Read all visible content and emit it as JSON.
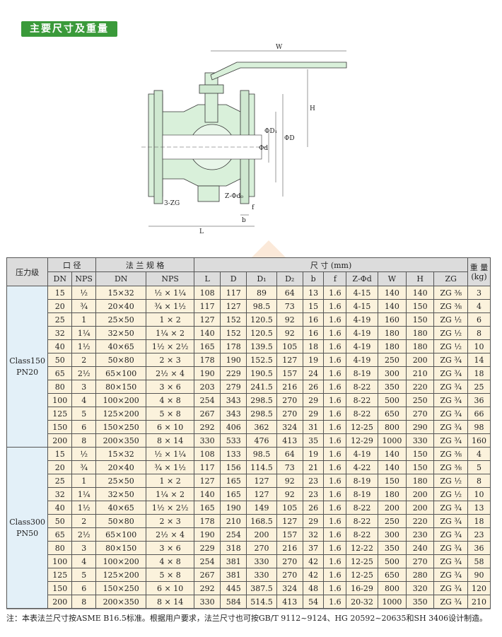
{
  "section_title": "主要尺寸及重量",
  "diagram": {
    "labels": {
      "W": "W",
      "H": "H",
      "L": "L",
      "b": "b",
      "f": "f",
      "d": "Φd",
      "D1": "ΦD₁",
      "D": "ΦD",
      "zg": "3-ZG",
      "z": "Z-Φd₀"
    }
  },
  "table": {
    "header": {
      "pressure": "压力级",
      "bore": "口 径",
      "flange": "法 兰 规 格",
      "dims": "尺 寸 (mm)",
      "weight": "重 量 (kg)",
      "sub": [
        "DN",
        "NPS",
        "DN",
        "NPS",
        "L",
        "D",
        "D₁",
        "D₂",
        "b",
        "f",
        "Z-Φd",
        "W",
        "H",
        "ZG"
      ]
    },
    "groups": [
      {
        "class_label": "Class150\nPN20",
        "rows": [
          [
            "15",
            "½",
            "15×32",
            "½ × 1¼",
            "108",
            "117",
            "89",
            "64",
            "13",
            "1.6",
            "4-15",
            "140",
            "140",
            "ZG ⅜",
            "3"
          ],
          [
            "20",
            "¾",
            "20×40",
            "¾ × 1½",
            "117",
            "127",
            "98.5",
            "73",
            "15",
            "1.6",
            "4-15",
            "140",
            "150",
            "ZG ⅜",
            "4"
          ],
          [
            "25",
            "1",
            "25×50",
            "1 × 2",
            "127",
            "152",
            "120.5",
            "92",
            "16",
            "1.6",
            "4-19",
            "160",
            "150",
            "ZG ½",
            "6"
          ],
          [
            "32",
            "1¼",
            "32×50",
            "1¼ × 2",
            "140",
            "152",
            "120.5",
            "92",
            "16",
            "1.6",
            "4-19",
            "180",
            "180",
            "ZG ½",
            "8"
          ],
          [
            "40",
            "1½",
            "40×65",
            "1½ × 2½",
            "165",
            "178",
            "139.5",
            "105",
            "18",
            "1.6",
            "4-19",
            "180",
            "180",
            "ZG ½",
            "10"
          ],
          [
            "50",
            "2",
            "50×80",
            "2 × 3",
            "178",
            "190",
            "152.5",
            "127",
            "19",
            "1.6",
            "4-19",
            "250",
            "200",
            "ZG ¾",
            "14"
          ],
          [
            "65",
            "2½",
            "65×100",
            "2½ × 4",
            "190",
            "229",
            "190.5",
            "157",
            "24",
            "1.6",
            "8-19",
            "300",
            "210",
            "ZG ¾",
            "18"
          ],
          [
            "80",
            "3",
            "80×150",
            "3 × 6",
            "203",
            "279",
            "241.5",
            "216",
            "26",
            "1.6",
            "8-22",
            "350",
            "220",
            "ZG ¾",
            "25"
          ],
          [
            "100",
            "4",
            "100×200",
            "4 × 8",
            "254",
            "343",
            "298.5",
            "270",
            "29",
            "1.6",
            "8-22",
            "500",
            "250",
            "ZG ¾",
            "36"
          ],
          [
            "125",
            "5",
            "125×200",
            "5 × 8",
            "267",
            "343",
            "298.5",
            "270",
            "29",
            "1.6",
            "8-22",
            "650",
            "270",
            "ZG ¾",
            "66"
          ],
          [
            "150",
            "6",
            "150×250",
            "6 × 10",
            "292",
            "406",
            "362",
            "324",
            "31",
            "1.6",
            "12-25",
            "800",
            "290",
            "ZG ¾",
            "98"
          ],
          [
            "200",
            "8",
            "200×350",
            "8 × 14",
            "330",
            "533",
            "476",
            "413",
            "35",
            "1.6",
            "12-29",
            "1000",
            "330",
            "ZG ¾",
            "160"
          ]
        ]
      },
      {
        "class_label": "Class300\nPN50",
        "rows": [
          [
            "15",
            "½",
            "15×32",
            "½ × 1¼",
            "108",
            "133",
            "98.5",
            "64",
            "19",
            "1.6",
            "4-19",
            "140",
            "150",
            "ZG ⅜",
            "4"
          ],
          [
            "20",
            "¾",
            "20×40",
            "¾ × 1½",
            "117",
            "156",
            "114.5",
            "73",
            "21",
            "1.6",
            "4-22",
            "140",
            "150",
            "ZG ⅜",
            "5"
          ],
          [
            "25",
            "1",
            "25×50",
            "1 × 2",
            "127",
            "165",
            "127",
            "92",
            "23",
            "1.6",
            "8-19",
            "150",
            "180",
            "ZG ½",
            "8"
          ],
          [
            "32",
            "1¼",
            "32×50",
            "1¼ × 2",
            "140",
            "165",
            "127",
            "92",
            "23",
            "1.6",
            "8-19",
            "180",
            "200",
            "ZG ½",
            "10"
          ],
          [
            "40",
            "1½",
            "40×65",
            "1½ × 2½",
            "165",
            "190",
            "149",
            "105",
            "26",
            "1.6",
            "8-22",
            "200",
            "200",
            "ZG ¾",
            "13"
          ],
          [
            "50",
            "2",
            "50×80",
            "2 × 3",
            "178",
            "210",
            "168.5",
            "127",
            "29",
            "1.6",
            "8-22",
            "250",
            "220",
            "ZG ¾",
            "18"
          ],
          [
            "65",
            "2½",
            "65×100",
            "2½ × 4",
            "190",
            "254",
            "200",
            "157",
            "32",
            "1.6",
            "8-22",
            "300",
            "230",
            "ZG ¾",
            "23"
          ],
          [
            "80",
            "3",
            "80×150",
            "3 × 6",
            "229",
            "318",
            "270",
            "216",
            "37",
            "1.6",
            "12-22",
            "350",
            "240",
            "ZG ¾",
            "36"
          ],
          [
            "100",
            "4",
            "100×200",
            "4 × 8",
            "254",
            "381",
            "330",
            "270",
            "42",
            "1.6",
            "12-25",
            "500",
            "270",
            "ZG ¾",
            "58"
          ],
          [
            "125",
            "5",
            "125×200",
            "5 × 8",
            "267",
            "381",
            "330",
            "270",
            "42",
            "1.6",
            "12-25",
            "650",
            "280",
            "ZG ¾",
            "90"
          ],
          [
            "150",
            "6",
            "150×250",
            "6 × 10",
            "292",
            "445",
            "387.5",
            "324",
            "48",
            "1.6",
            "16-29",
            "800",
            "320",
            "ZG ¾",
            "120"
          ],
          [
            "200",
            "8",
            "200×350",
            "8 × 14",
            "330",
            "584",
            "514.5",
            "413",
            "54",
            "1.6",
            "20-32",
            "1000",
            "350",
            "ZG ¾",
            "210"
          ]
        ]
      }
    ]
  },
  "note": "注：本表法兰尺寸按ASME B16.5标准。根据用户要求，法兰尺寸也可按GB/T 9112~9124、HG 20592~20635和SH 3406设计制造。"
}
